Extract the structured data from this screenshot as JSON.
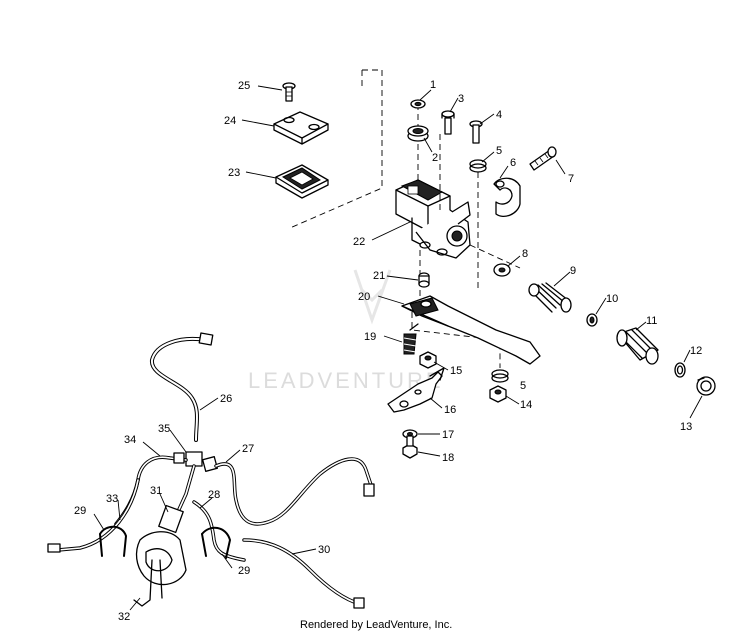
{
  "diagram": {
    "watermark": "LEADVENTURE",
    "credit": "Rendered by LeadVenture, Inc.",
    "callouts": [
      {
        "id": "1",
        "text": "1"
      },
      {
        "id": "2",
        "text": "2"
      },
      {
        "id": "3",
        "text": "3"
      },
      {
        "id": "4",
        "text": "4"
      },
      {
        "id": "5a",
        "text": "5"
      },
      {
        "id": "5b",
        "text": "5"
      },
      {
        "id": "6",
        "text": "6"
      },
      {
        "id": "7",
        "text": "7"
      },
      {
        "id": "8",
        "text": "8"
      },
      {
        "id": "9",
        "text": "9"
      },
      {
        "id": "10",
        "text": "10"
      },
      {
        "id": "11",
        "text": "11"
      },
      {
        "id": "12",
        "text": "12"
      },
      {
        "id": "13",
        "text": "13"
      },
      {
        "id": "14",
        "text": "14"
      },
      {
        "id": "15",
        "text": "15"
      },
      {
        "id": "16",
        "text": "16"
      },
      {
        "id": "17",
        "text": "17"
      },
      {
        "id": "18",
        "text": "18"
      },
      {
        "id": "19",
        "text": "19"
      },
      {
        "id": "20",
        "text": "20"
      },
      {
        "id": "21",
        "text": "21"
      },
      {
        "id": "22",
        "text": "22"
      },
      {
        "id": "23",
        "text": "23"
      },
      {
        "id": "24",
        "text": "24"
      },
      {
        "id": "25",
        "text": "25"
      },
      {
        "id": "26",
        "text": "26"
      },
      {
        "id": "27",
        "text": "27"
      },
      {
        "id": "28",
        "text": "28"
      },
      {
        "id": "29a",
        "text": "29"
      },
      {
        "id": "29b",
        "text": "29"
      },
      {
        "id": "30",
        "text": "30"
      },
      {
        "id": "31",
        "text": "31"
      },
      {
        "id": "32",
        "text": "32"
      },
      {
        "id": "33",
        "text": "33"
      },
      {
        "id": "34",
        "text": "34"
      },
      {
        "id": "35",
        "text": "35"
      }
    ]
  }
}
